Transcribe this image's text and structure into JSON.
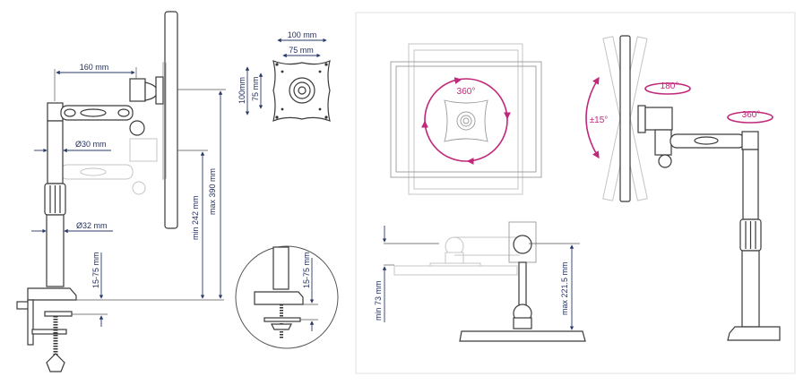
{
  "left_view": {
    "arm_length": "160 mm",
    "upper_pole_diameter": "Ø30 mm",
    "lower_pole_diameter": "Ø32 mm",
    "desk_thickness": "15-75 mm",
    "min_height": "min 242 mm",
    "max_height": "max 390 mm"
  },
  "vesa": {
    "outer_width": "100 mm",
    "inner_width": "75 mm",
    "outer_height": "100mm",
    "inner_height": "75 mm"
  },
  "clamp_detail": {
    "desk_thickness": "15-75 mm"
  },
  "right_panel": {
    "rotation": "360°",
    "tilt": "±15°",
    "swivel_head": "180°",
    "swivel_arm": "360°",
    "min_arm_height": "min 73 mm",
    "max_arm_height": "max 221.5 mm"
  },
  "colors": {
    "dimension": "#1f2d5c",
    "rotation": "#c0287a"
  }
}
